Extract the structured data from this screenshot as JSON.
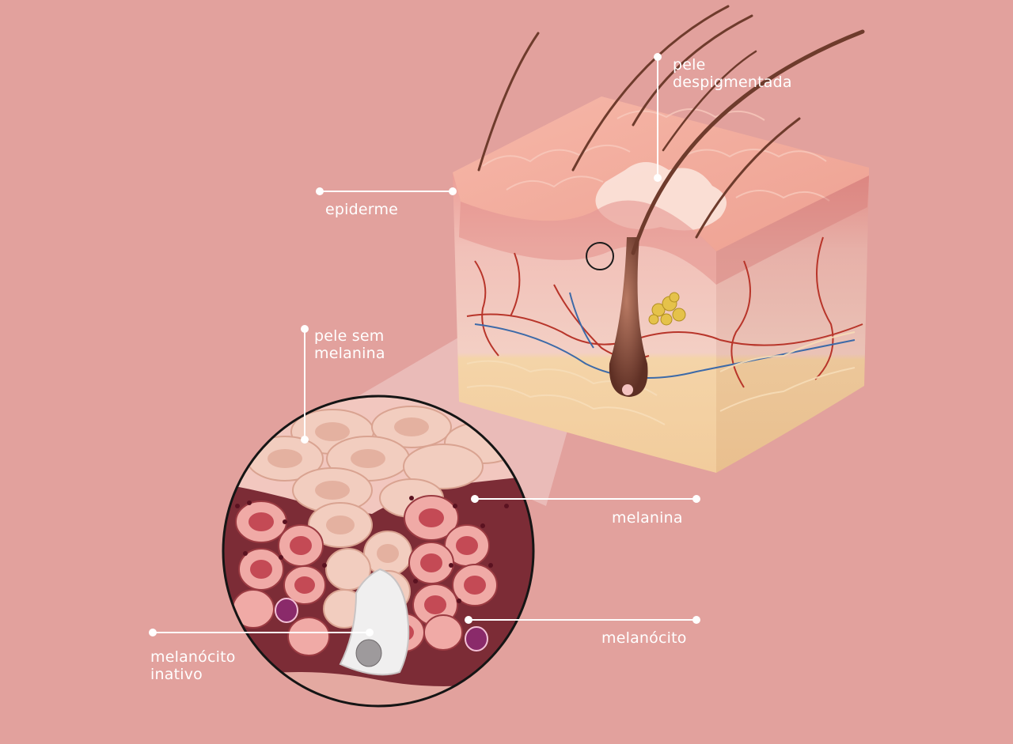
{
  "labels": {
    "pele_despigmentada": "pele\ndespigmentada",
    "epiderme": "epiderme",
    "pele_sem_melanina": "pele sem\nmelanina",
    "melanina": "melanina",
    "melanocito": "melanócito",
    "melanocito_inativo": "melanócito\ninativo"
  },
  "colors": {
    "background": "#e2a19d",
    "epidermis": "#f0a89e",
    "dermis": "#eec3b3",
    "fat": "#f1cf9e",
    "hair": "#6e3b2c",
    "leader_lines": "#ffffff"
  }
}
